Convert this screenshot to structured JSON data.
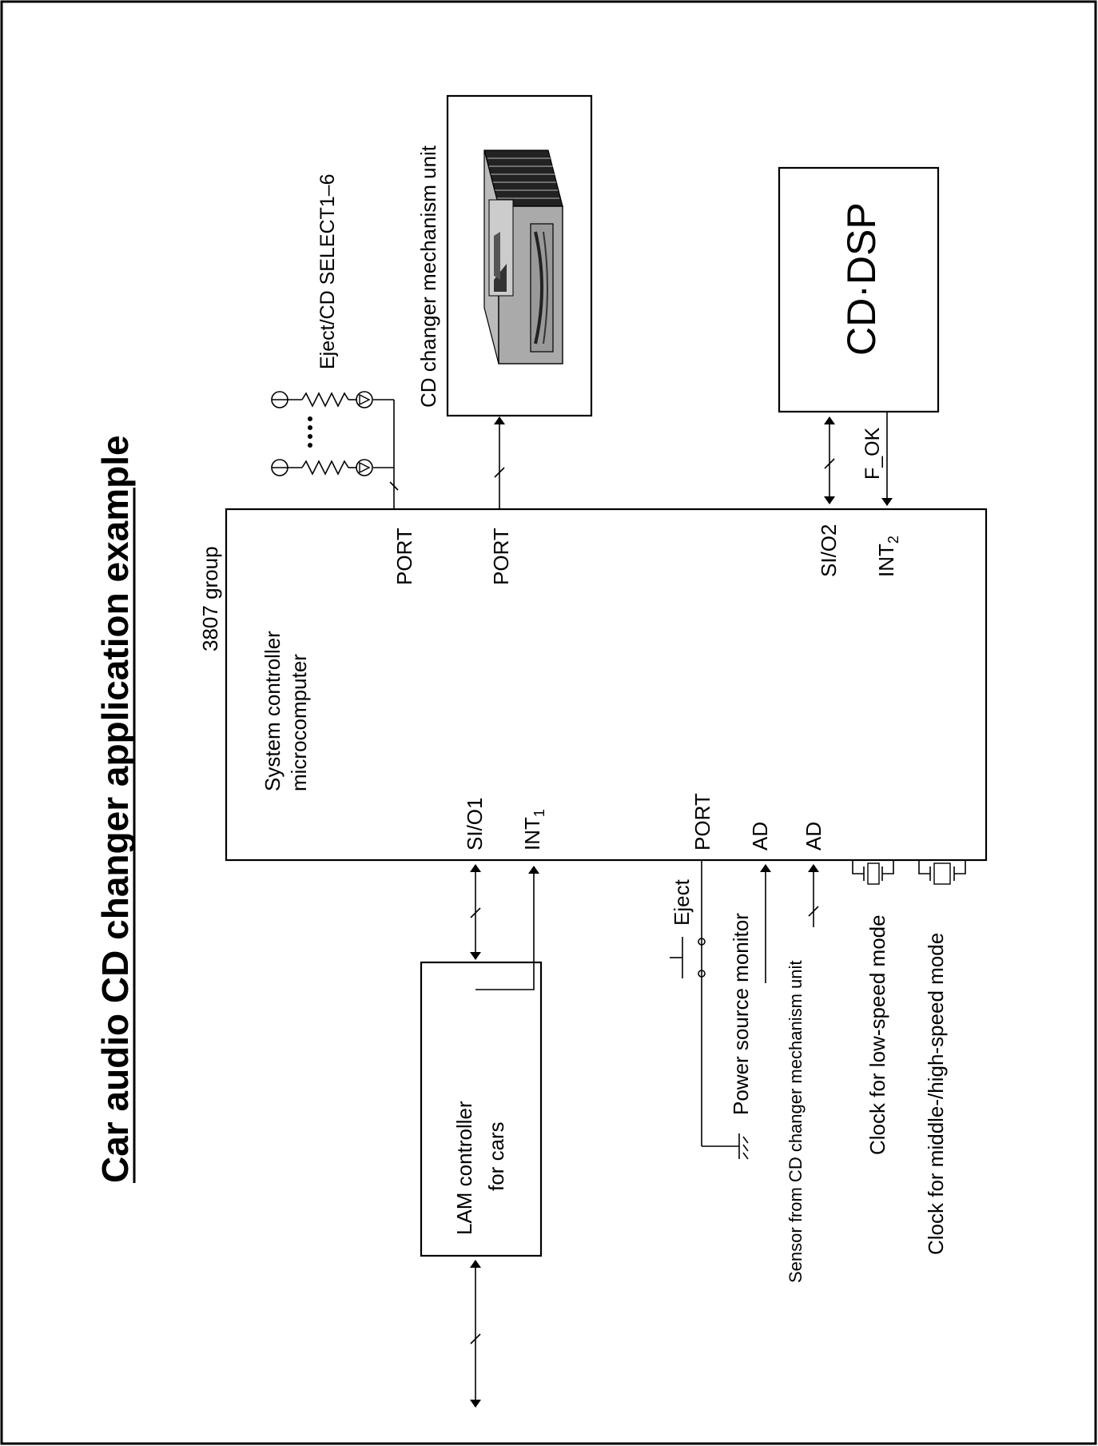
{
  "title": "Car audio CD changer application example",
  "mcu": {
    "group": "3807 group",
    "name_line1": "System controller",
    "name_line2": "microcomputer",
    "pins": {
      "port_top_1": "PORT",
      "port_top_2": "PORT",
      "sio2": "SI/O2",
      "int2": "INT",
      "int2_sub": "2",
      "sio1": "SI/O1",
      "int1": "INT",
      "int1_sub": "1",
      "port_bottom": "PORT",
      "ad_1": "AD",
      "ad_2": "AD"
    }
  },
  "blocks": {
    "cd_changer": "CD changer mechanism unit",
    "cd_dsp": "CD·DSP",
    "lam_line1": "LAM controller",
    "lam_line2": "for cars"
  },
  "labels": {
    "eject_select": "Eject/CD SELECT1–6",
    "f_ok": "F_OK",
    "eject": "Eject",
    "power_monitor": "Power source monitor",
    "sensor": "Sensor from CD changer mechanism unit",
    "clock_low": "Clock for low-speed mode",
    "clock_high": "Clock for middle-/high-speed mode"
  }
}
